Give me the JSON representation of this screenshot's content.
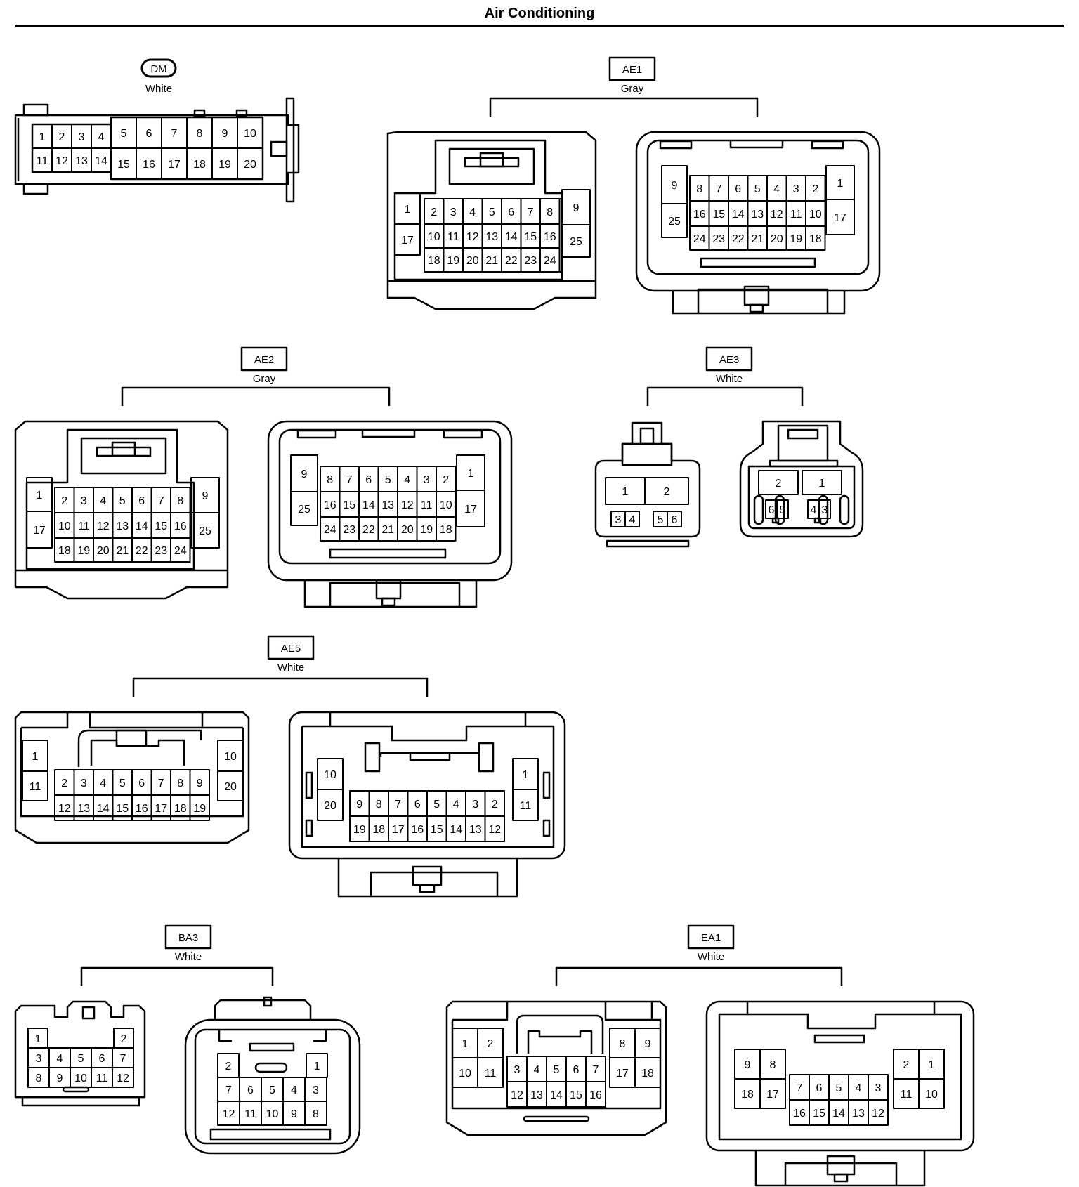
{
  "title": "Air Conditioning",
  "connectors": [
    {
      "id": "DM",
      "color": "White"
    },
    {
      "id": "AE1",
      "color": "Gray"
    },
    {
      "id": "AE2",
      "color": "Gray"
    },
    {
      "id": "AE3",
      "color": "White"
    },
    {
      "id": "AE5",
      "color": "White"
    },
    {
      "id": "BA3",
      "color": "White"
    },
    {
      "id": "EA1",
      "color": "White"
    }
  ]
}
